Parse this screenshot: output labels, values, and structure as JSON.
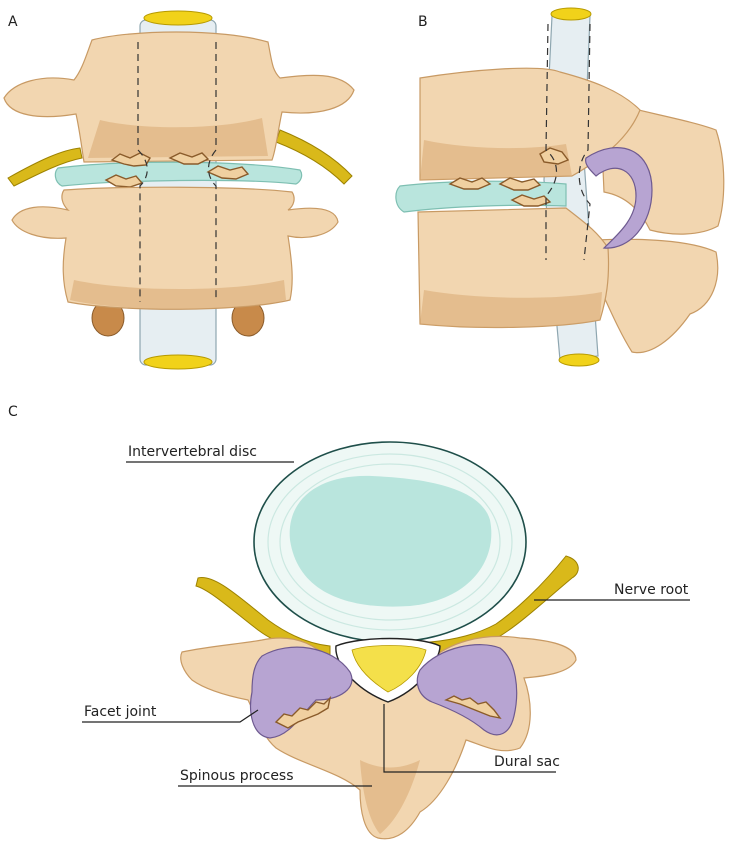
{
  "panels": {
    "a": "A",
    "b": "B",
    "c": "C"
  },
  "labels": {
    "intervertebral_disc": "Intervertebral disc",
    "nerve_root": "Nerve root",
    "facet_joint": "Facet joint",
    "dural_sac": "Dural sac",
    "spinous_process": "Spinous process"
  },
  "colors": {
    "bone": "#f2d6b0",
    "disc": "#b9e5dd",
    "cord": "#e6eef2",
    "nerve": "#d9b91a",
    "facet": "#b7a4d2",
    "dural_sac": "#ffffff"
  }
}
